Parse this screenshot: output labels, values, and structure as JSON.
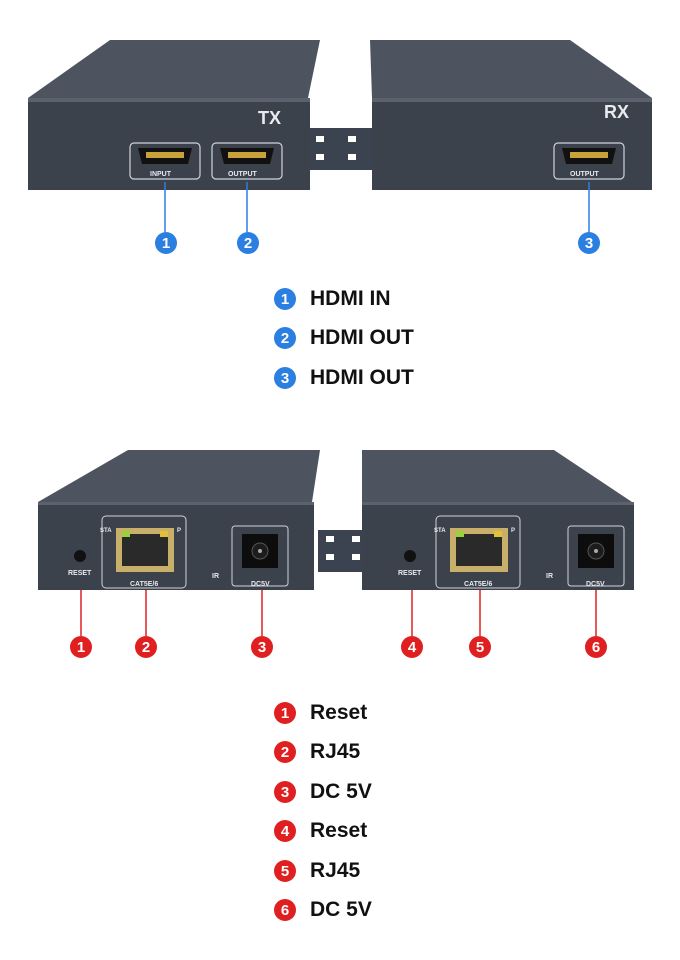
{
  "top": {
    "tx_label": "TX",
    "rx_label": "RX",
    "port_labels": [
      "INPUT",
      "OUTPUT",
      "OUTPUT"
    ],
    "callouts": [
      "1",
      "2",
      "3"
    ],
    "legend": [
      {
        "num": "1",
        "text": "HDMI IN"
      },
      {
        "num": "2",
        "text": "HDMI OUT"
      },
      {
        "num": "3",
        "text": "HDMI OUT"
      }
    ],
    "accent": "#2b7fe0"
  },
  "bottom": {
    "left_labels": {
      "reset": "RESET",
      "rj45": "CAT5E/6",
      "ir": "IR",
      "dc": "DC5V",
      "sta": "STA",
      "p": "P"
    },
    "right_labels": {
      "reset": "RESET",
      "rj45": "CAT5E/6",
      "ir": "IR",
      "dc": "DC5V",
      "sta": "STA",
      "p": "P"
    },
    "callouts": [
      "1",
      "2",
      "3",
      "4",
      "5",
      "6"
    ],
    "legend": [
      {
        "num": "1",
        "text": "Reset"
      },
      {
        "num": "2",
        "text": "RJ45"
      },
      {
        "num": "3",
        "text": "DC 5V"
      },
      {
        "num": "4",
        "text": "Reset"
      },
      {
        "num": "5",
        "text": "RJ45"
      },
      {
        "num": "6",
        "text": "DC 5V"
      }
    ],
    "accent": "#e02020"
  }
}
